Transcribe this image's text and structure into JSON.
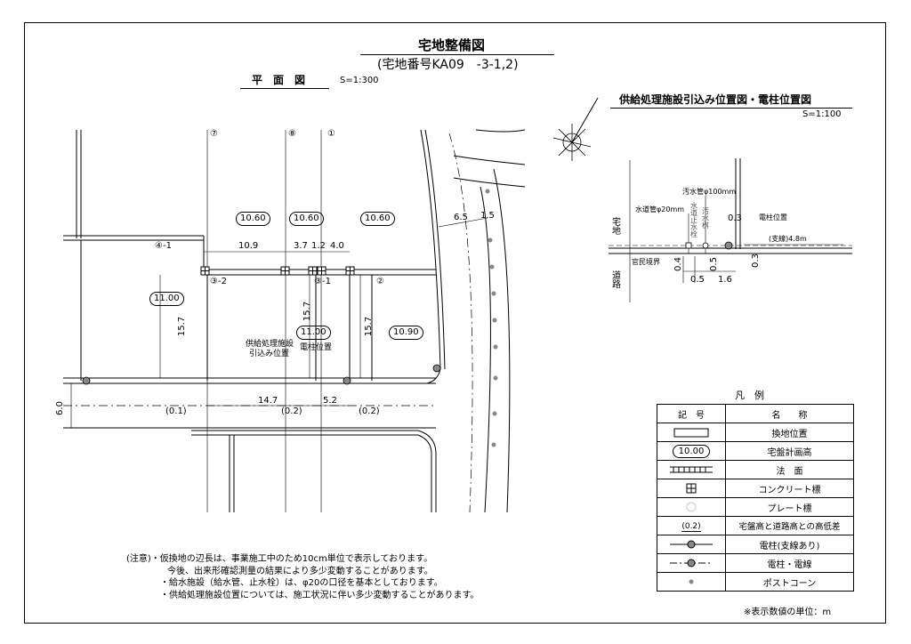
{
  "header": {
    "title": "宅地整備図",
    "subtitle": "(宅地番号KA09　-3-1,2)",
    "plan_label": "平　面　図",
    "plan_scale": "S=1:300",
    "detail_title": "供給処理施設引込み位置図・電柱位置図",
    "detail_scale": "S=1:100"
  },
  "plan": {
    "col_labels": [
      "⑦",
      "⑧",
      "①"
    ],
    "lot_labels": [
      "④-1",
      "③-2",
      "③-1",
      "②"
    ],
    "ovals": [
      "10.60",
      "10.60",
      "10.60",
      "11.00",
      "11.00",
      "10.90"
    ],
    "dims": [
      "10.9",
      "3.7",
      "1.2",
      "4.0",
      "15.7",
      "15.7",
      "15.7",
      "14.7",
      "5.2",
      "6.0",
      "6.5",
      "1.5"
    ],
    "paren_dims": [
      "(0.1)",
      "(0.2)",
      "(0.2)"
    ],
    "supply_label_1": "供給処理施設",
    "supply_label_2": "引込み位置",
    "pole_label": "電柱位置"
  },
  "detail": {
    "sewer": "汚水管φ100mm",
    "water": "水道管φ20mm",
    "water_valve": "水道止水栓",
    "sewer_basin": "汚水桝",
    "pole": "電柱位置",
    "stay": "(支線)4.8m",
    "boundary": "官民境界",
    "lot": "宅地",
    "road": "道路",
    "dims": [
      "0.3",
      "0.4",
      "0.5",
      "0.5",
      "1.6",
      "0.3"
    ]
  },
  "legend": {
    "title": "凡　例",
    "col_symbol": "記　号",
    "col_name": "名　　称",
    "rows": [
      {
        "symbol": "rect",
        "name": "換地位置"
      },
      {
        "symbol": "oval",
        "symbol_text": "10.00",
        "name": "宅盤計画高"
      },
      {
        "symbol": "slope",
        "name": "法　面"
      },
      {
        "symbol": "concrete",
        "name": "コンクリート標"
      },
      {
        "symbol": "plate",
        "name": "プレート標"
      },
      {
        "symbol": "diff",
        "symbol_text": "(0.2)",
        "name": "宅盤高と道路高との高低差"
      },
      {
        "symbol": "pole-stay",
        "name": "電柱(支線あり)"
      },
      {
        "symbol": "pole-line",
        "name": "電柱・電線"
      },
      {
        "symbol": "post",
        "name": "ポストコーン"
      }
    ],
    "unit_note": "※表示数値の単位：m"
  },
  "notes": [
    "(注意)・仮換地の辺長は、事業施工中のため10cm単位で表示しております。",
    "今後、出来形確認測量の結果により多少変動することがあります。",
    "・給水施設（給水管、止水栓）は、φ20の口径を基本としております。",
    "・供給処理施設位置については、施工状況に伴い多少変動することがあります。"
  ]
}
